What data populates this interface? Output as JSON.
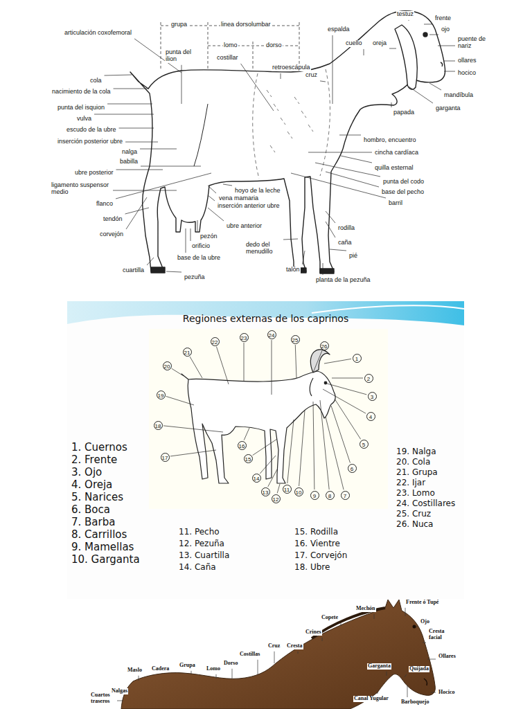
{
  "diagram": {
    "title": "Regiones externas de los caprinos",
    "labels": [
      "grupa",
      "linea dorsolumbar",
      "articulación coxofemoral",
      "punta del ilion",
      "lomo",
      "dorso",
      "costillar",
      "retroescápula",
      "cruz",
      "espalda",
      "cuello",
      "oreja",
      "testuz",
      "frente",
      "ojo",
      "puente de nariz",
      "ollares",
      "hocico",
      "mandíbula",
      "garganta",
      "papada",
      "cola",
      "nacimiento de la cola",
      "punta del isquion",
      "vulva",
      "escudo de la ubre",
      "inserción posterior ubre",
      "nalga",
      "babilla",
      "ubre posterior",
      "ligamento suspensor medio",
      "flanco",
      "tendón",
      "corvejón",
      "cuartilla",
      "pezuña",
      "base de la ubre",
      "orificio",
      "pezón",
      "ubre anterior",
      "inserción anterior ubre",
      "vena mamaria",
      "hoyo de la leche",
      "dedo del menudillo",
      "talón",
      "planta de la pezuña",
      "pié",
      "caña",
      "rodilla",
      "barril",
      "base del pecho",
      "punta del codo",
      "quilla esternal",
      "cincha cardíaca",
      "hombro, encuentro",
      "1",
      "2",
      "3",
      "4",
      "5",
      "6",
      "7",
      "8",
      "9",
      "10",
      "11",
      "12",
      "13",
      "14",
      "15",
      "16",
      "17",
      "18",
      "19",
      "20",
      "21",
      "22",
      "23",
      "24",
      "25",
      "26",
      "1. Cuernos",
      "2. Frente",
      "3. Ojo",
      "4. Oreja",
      "5. Narices",
      "6. Boca",
      "7. Barba",
      "8. Carrillos",
      "9. Mamellas",
      "10. Garganta",
      "11. Pecho",
      "12. Pezuña",
      "13. Cuartilla",
      "14. Caña",
      "15. Rodilla",
      "16. Vientre",
      "17. Corvejón",
      "18. Ubre",
      "19. Nalga",
      "20. Cola",
      "21. Grupa",
      "22. Ijar",
      "23. Lomo",
      "24. Costillares",
      "25. Cruz",
      "26. Nuca",
      "Mechón",
      "Frente ó Tupé",
      "Copete",
      "Ojo",
      "Cresta facial",
      "Crines",
      "Ollares",
      "Cresta",
      "Cruz",
      "Costillas",
      "Dorso",
      "Lomo",
      "Grupa",
      "Cadera",
      "Maslo",
      "Nalgas",
      "Cuartos traseros",
      "Garganta",
      "Quijada",
      "Canal Yugular",
      "Barboquejo",
      "Hocico"
    ]
  }
}
